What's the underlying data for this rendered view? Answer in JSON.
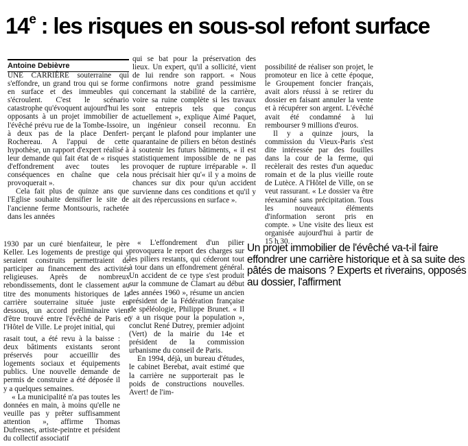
{
  "headline": {
    "number": "14",
    "ordinal": "e",
    "rest": " : les risques en sous-sol refont surface"
  },
  "author": "Antoine Debièvre",
  "columns": {
    "col1_top": [
      "UNE CARRIÈRE souterraine qui s'effondre, un grand trou qui se forme en surface et des immeubles qui s'écroulent. C'est le scénario catastrophe qu'évoquent aujourd'hui les opposants à un projet immobilier de l'évêché prévu rue de la Tombe-Issoire, à deux pas de la place Denfert-Rochereau. A l'appui de cette hypothèse, un rapport d'expert réalisé à leur demande qui fait état de « risques d'effondrement avec toutes les conséquences en chaîne que cela provoquerait ».",
      "Cela fait plus de quinze ans que l'Eglise souhaite densifier le site de l'ancienne ferme Montsouris, rachetée dans les années"
    ],
    "col2_top": [
      "qui se bat pour la préservation des lieux. Un expert, qu'il a sollicité, vient de lui rendre son rapport. « Nous confirmons notre grand pessimisme concernant la stabilité de la carrière, voire sa ruine complète si les travaux sont entrepris tels que conçus actuellement », explique Aimé Paquet, un ingénieur conseil reconnu. En perçant le plafond pour implanter une quarantaine de piliers en béton destinés à soutenir les futurs bâtiments, « il est statistiquement impossible de ne pas provoquer de rupture irréparable ». Il nous précisait hier qu'« il y a moins de chances sur dix pour qu'un accident survienne dans ces conditions et qu'il y ait des répercussions en surface »."
    ],
    "col3_top": [
      "possibilité de réaliser son projet, le promoteur en lice à cette époque, le Groupement foncier français, avait alors réussi à se retirer du dossier en faisant annuler la vente et à récupérer son argent. L'évêché avait été condamné à lui rembourser 9 millions d'euros.",
      "Il y a quinze jours, la commission du Vieux-Paris s'est dite intéressée par des fouilles dans la cour de la ferme, qui recèlerait des restes d'un aqueduc romain et de la plus vieille route de Lutèce. A l'Hôtel de Ville, on se veut rassurant. « Le dossier va être réexaminé sans précipitation. Tous les nouveaux éléments d'information seront pris en compte. » Une visite des lieux est organisée aujourd'hui à partir de 15 h 30."
    ],
    "col1_bottom": [
      "1930 par un curé bienfaiteur, le père Keller. Les logements de prestige qui y seraient construits permettraient de participer au financement des activités religieuses. Après de nombreux rebondissements, dont le classement au titre des monuments historiques de la carrière souterraine située juste en dessous, un accord préliminaire vient d'être trouvé entre l'évêché de Paris et l'Hôtel de Ville. Le projet initial, qui"
    ],
    "col2_bottom": [
      "« L'effondrement d'un pilier provoquera le report des charges sur les piliers restants, qui céderont tout à tour dans un effondrement général. Un accident de ce type s'est produit sur la commune de Clamart au début des années 1960 », résume un ancien président de la Fédération française de spéléologie, Philippe Brunet. « Il y a un risque pour la population », conclut René Dutrey, premier adjoint (Vert) de la mairie du 14e et président de la commission urbanisme du conseil de Paris.",
      "En 1994, déjà, un bureau d'études, le cabinet Berebat, avait estimé que la carrière ne supporterait pas le poids de constructions nouvelles. Avert! de l'im-"
    ],
    "col1_bottom2": [
      "rasait tout, a été revu à la baisse : deux bâtiments existants seront préservés pour accueillir des logements sociaux et équipements publics. Une nouvelle demande de permis de construire a été déposée il y a quelques semaines.",
      "« La municipalité n'a pas toutes les données en main, à moins qu'elle ne veuille pas y prêter suffisamment attention », affirme Thomas Dufresnes, artiste-peintre et président du collectif associatif"
    ]
  },
  "lead": "Un projet immobilier de l'évêché va-t-il faire effondrer une carrière historique et à sa suite des pâtés de maisons ? Experts et riverains, opposés au dossier, l'affirment"
}
